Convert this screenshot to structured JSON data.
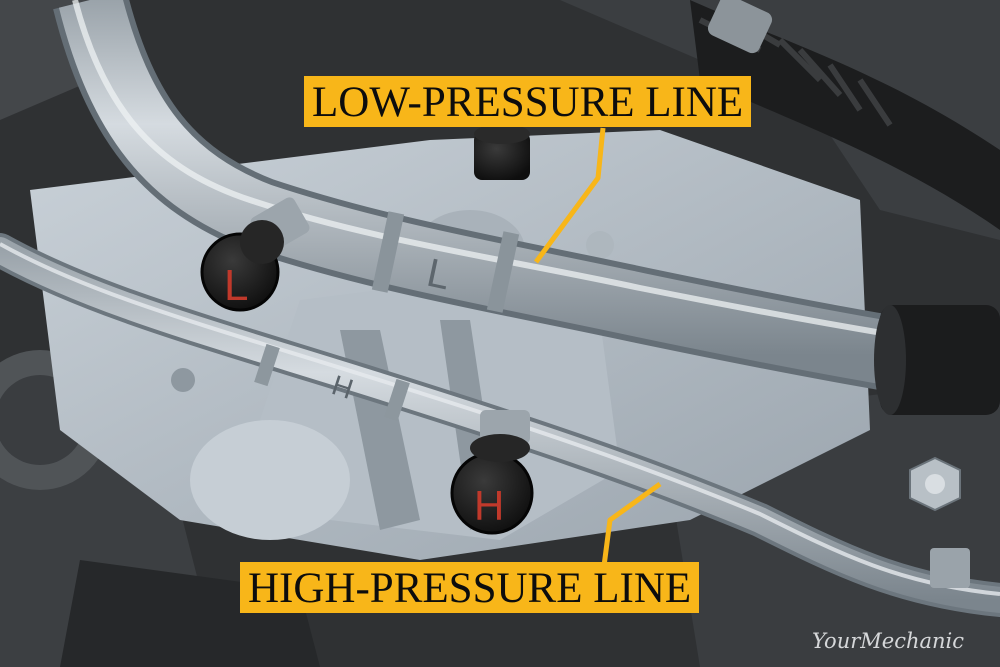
{
  "labels": {
    "low_pressure": "LOW-PRESSURE LINE",
    "high_pressure": "HIGH-PRESSURE LINE"
  },
  "port_caps": {
    "low": "L",
    "high": "H"
  },
  "pipe_markings": {
    "low": "L",
    "high": "H"
  },
  "watermark": "YourMechanic",
  "colors": {
    "callout_fill": "#f8b619",
    "callout_text": "#0d0d0d",
    "leader_line": "#f8b619",
    "cap_letter": "#c0392b"
  }
}
